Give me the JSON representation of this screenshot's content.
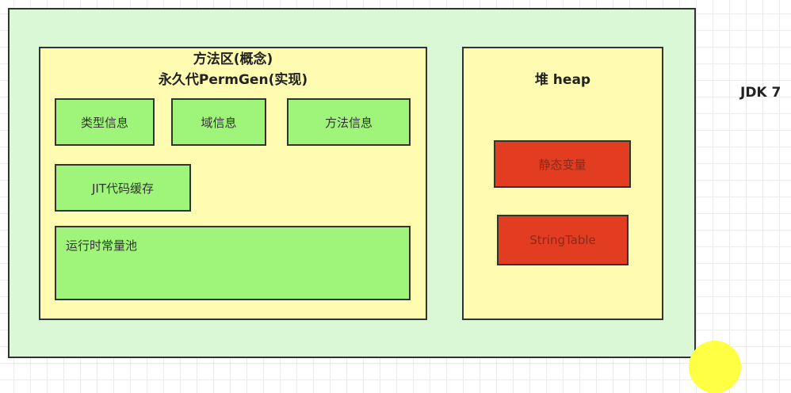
{
  "method_area": {
    "title_line1": "方法区(概念)",
    "title_line2": "永久代PermGen(实现)",
    "items": [
      "类型信息",
      "域信息",
      "方法信息",
      "JIT代码缓存",
      "运行时常量池"
    ]
  },
  "heap": {
    "title": "堆 heap",
    "items": [
      "静态变量",
      "StringTable"
    ]
  },
  "version_label": "JDK 7"
}
